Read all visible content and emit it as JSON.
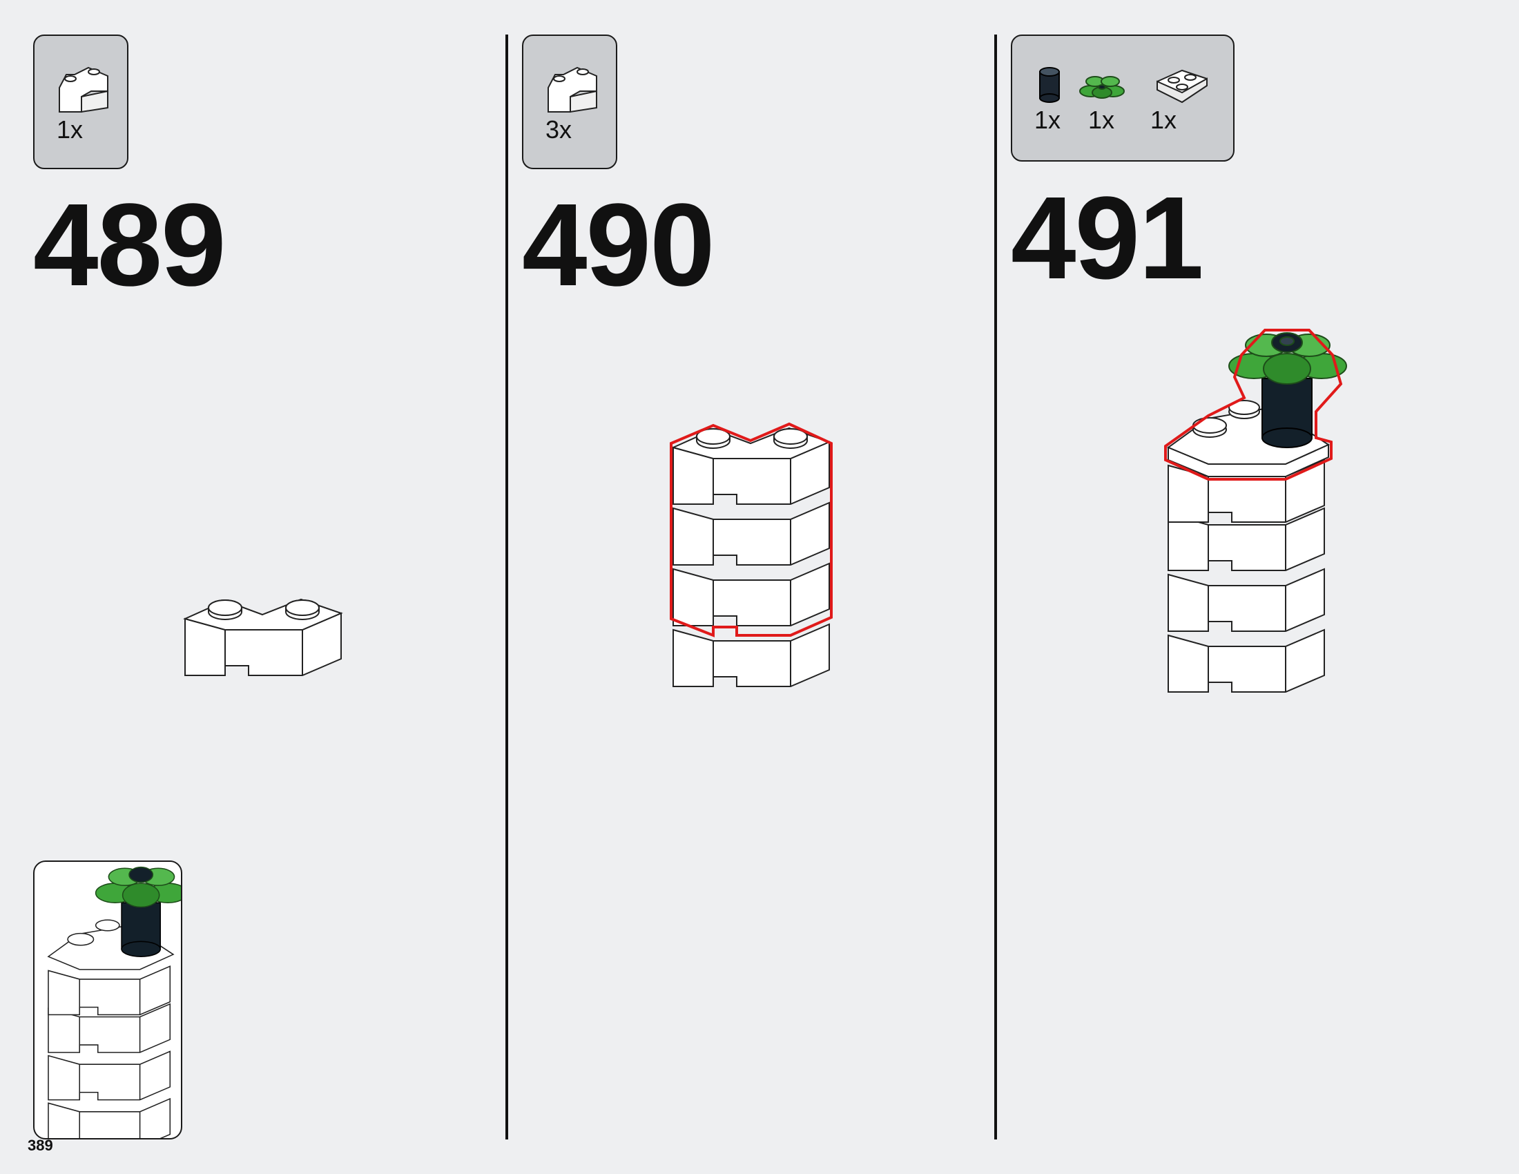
{
  "page_number": "389",
  "steps": [
    {
      "number": "489",
      "parts": [
        {
          "icon": "corner-brick-icon",
          "qty": "1x"
        }
      ]
    },
    {
      "number": "490",
      "parts": [
        {
          "icon": "corner-brick-icon",
          "qty": "3x"
        }
      ]
    },
    {
      "number": "491",
      "parts": [
        {
          "icon": "round-brick-icon",
          "qty": "1x"
        },
        {
          "icon": "plant-leaves-icon",
          "qty": "1x"
        },
        {
          "icon": "wedge-plate-icon",
          "qty": "1x"
        }
      ]
    }
  ],
  "colors": {
    "background": "#eeeff1",
    "callout": "#cbcdd0",
    "highlight": "#e01a1a",
    "plant_green": "#3fa63a",
    "dark_brick": "#13202a"
  }
}
